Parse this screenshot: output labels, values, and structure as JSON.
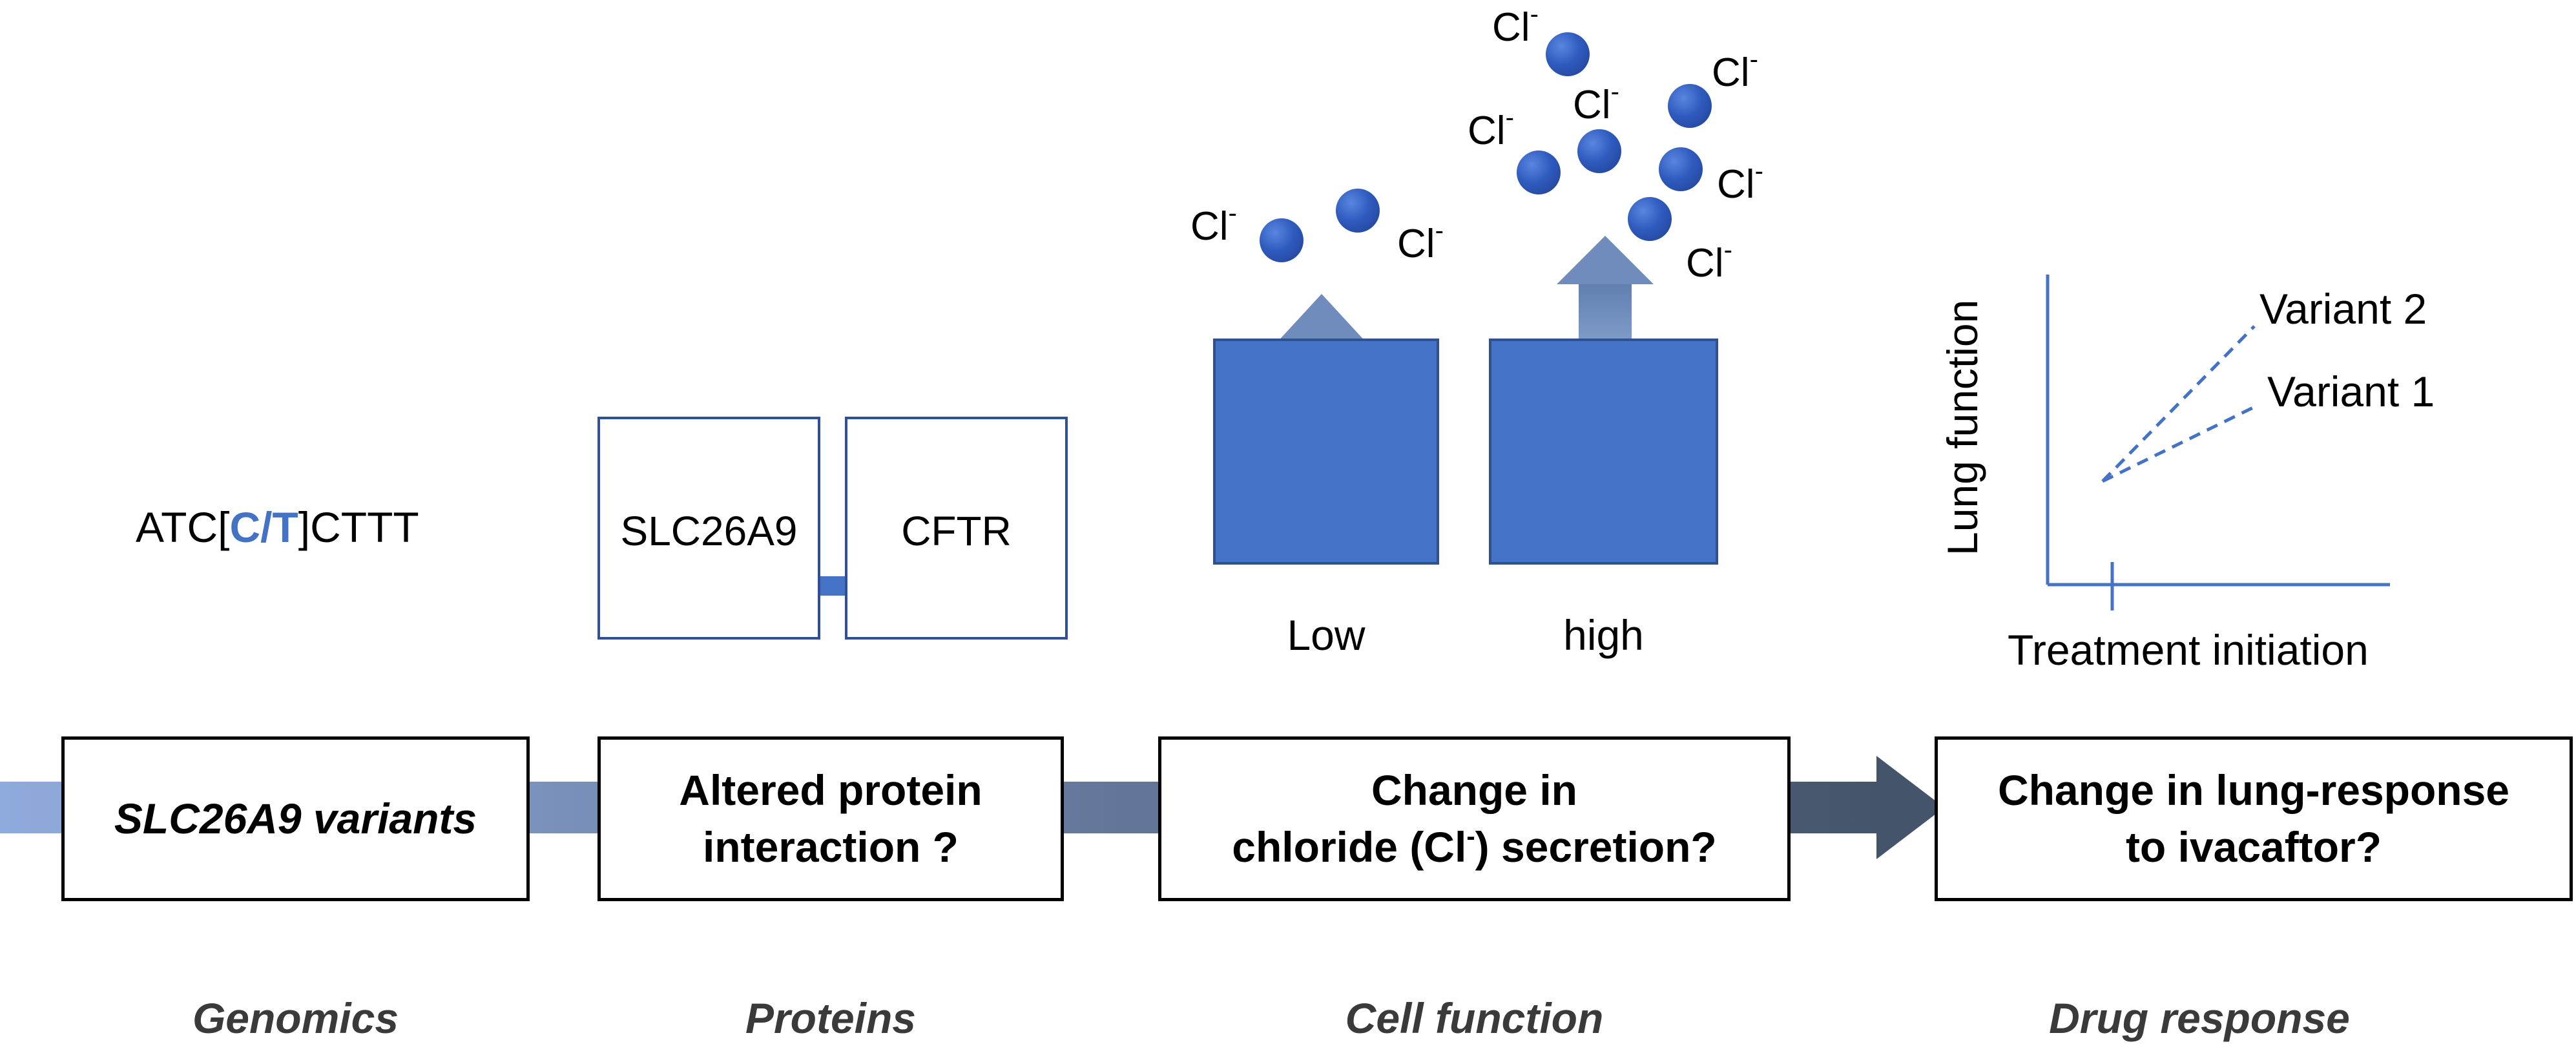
{
  "genomics": {
    "sequence_prefix": "ATC[",
    "variant_c": "C",
    "variant_sep": "/",
    "variant_t": "T",
    "sequence_suffix": "]CTTT"
  },
  "proteins": {
    "protein_a": "SLC26A9",
    "protein_b": "CFTR"
  },
  "cell_function": {
    "ion_symbol": "Cl",
    "ion_charge": "-",
    "low_label": "Low",
    "high_label": "high"
  },
  "drug_response_plot": {
    "ylabel": "Lung function",
    "xlabel": "Treatment initiation",
    "variant2": "Variant 2",
    "variant1": "Variant 1"
  },
  "stages": {
    "s1": "SLC26A9 variants",
    "s2_line1": "Altered protein",
    "s2_line2": "interaction ?",
    "s3_line1": "Change in",
    "s3_line2_pre": "chloride (Cl",
    "s3_line2_sup": "-",
    "s3_line2_post": ") secretion?",
    "s4_line1": "Change in lung-response",
    "s4_line2": "to ivacaftor?"
  },
  "categories": {
    "c1": "Genomics",
    "c2": "Proteins",
    "c3": "Cell function",
    "c4": "Drug response"
  },
  "colors": {
    "accent_blue": "#4472c4",
    "arrow_start": "#8faadc",
    "arrow_end": "#44546a",
    "label_gray": "#3a3a3a"
  }
}
